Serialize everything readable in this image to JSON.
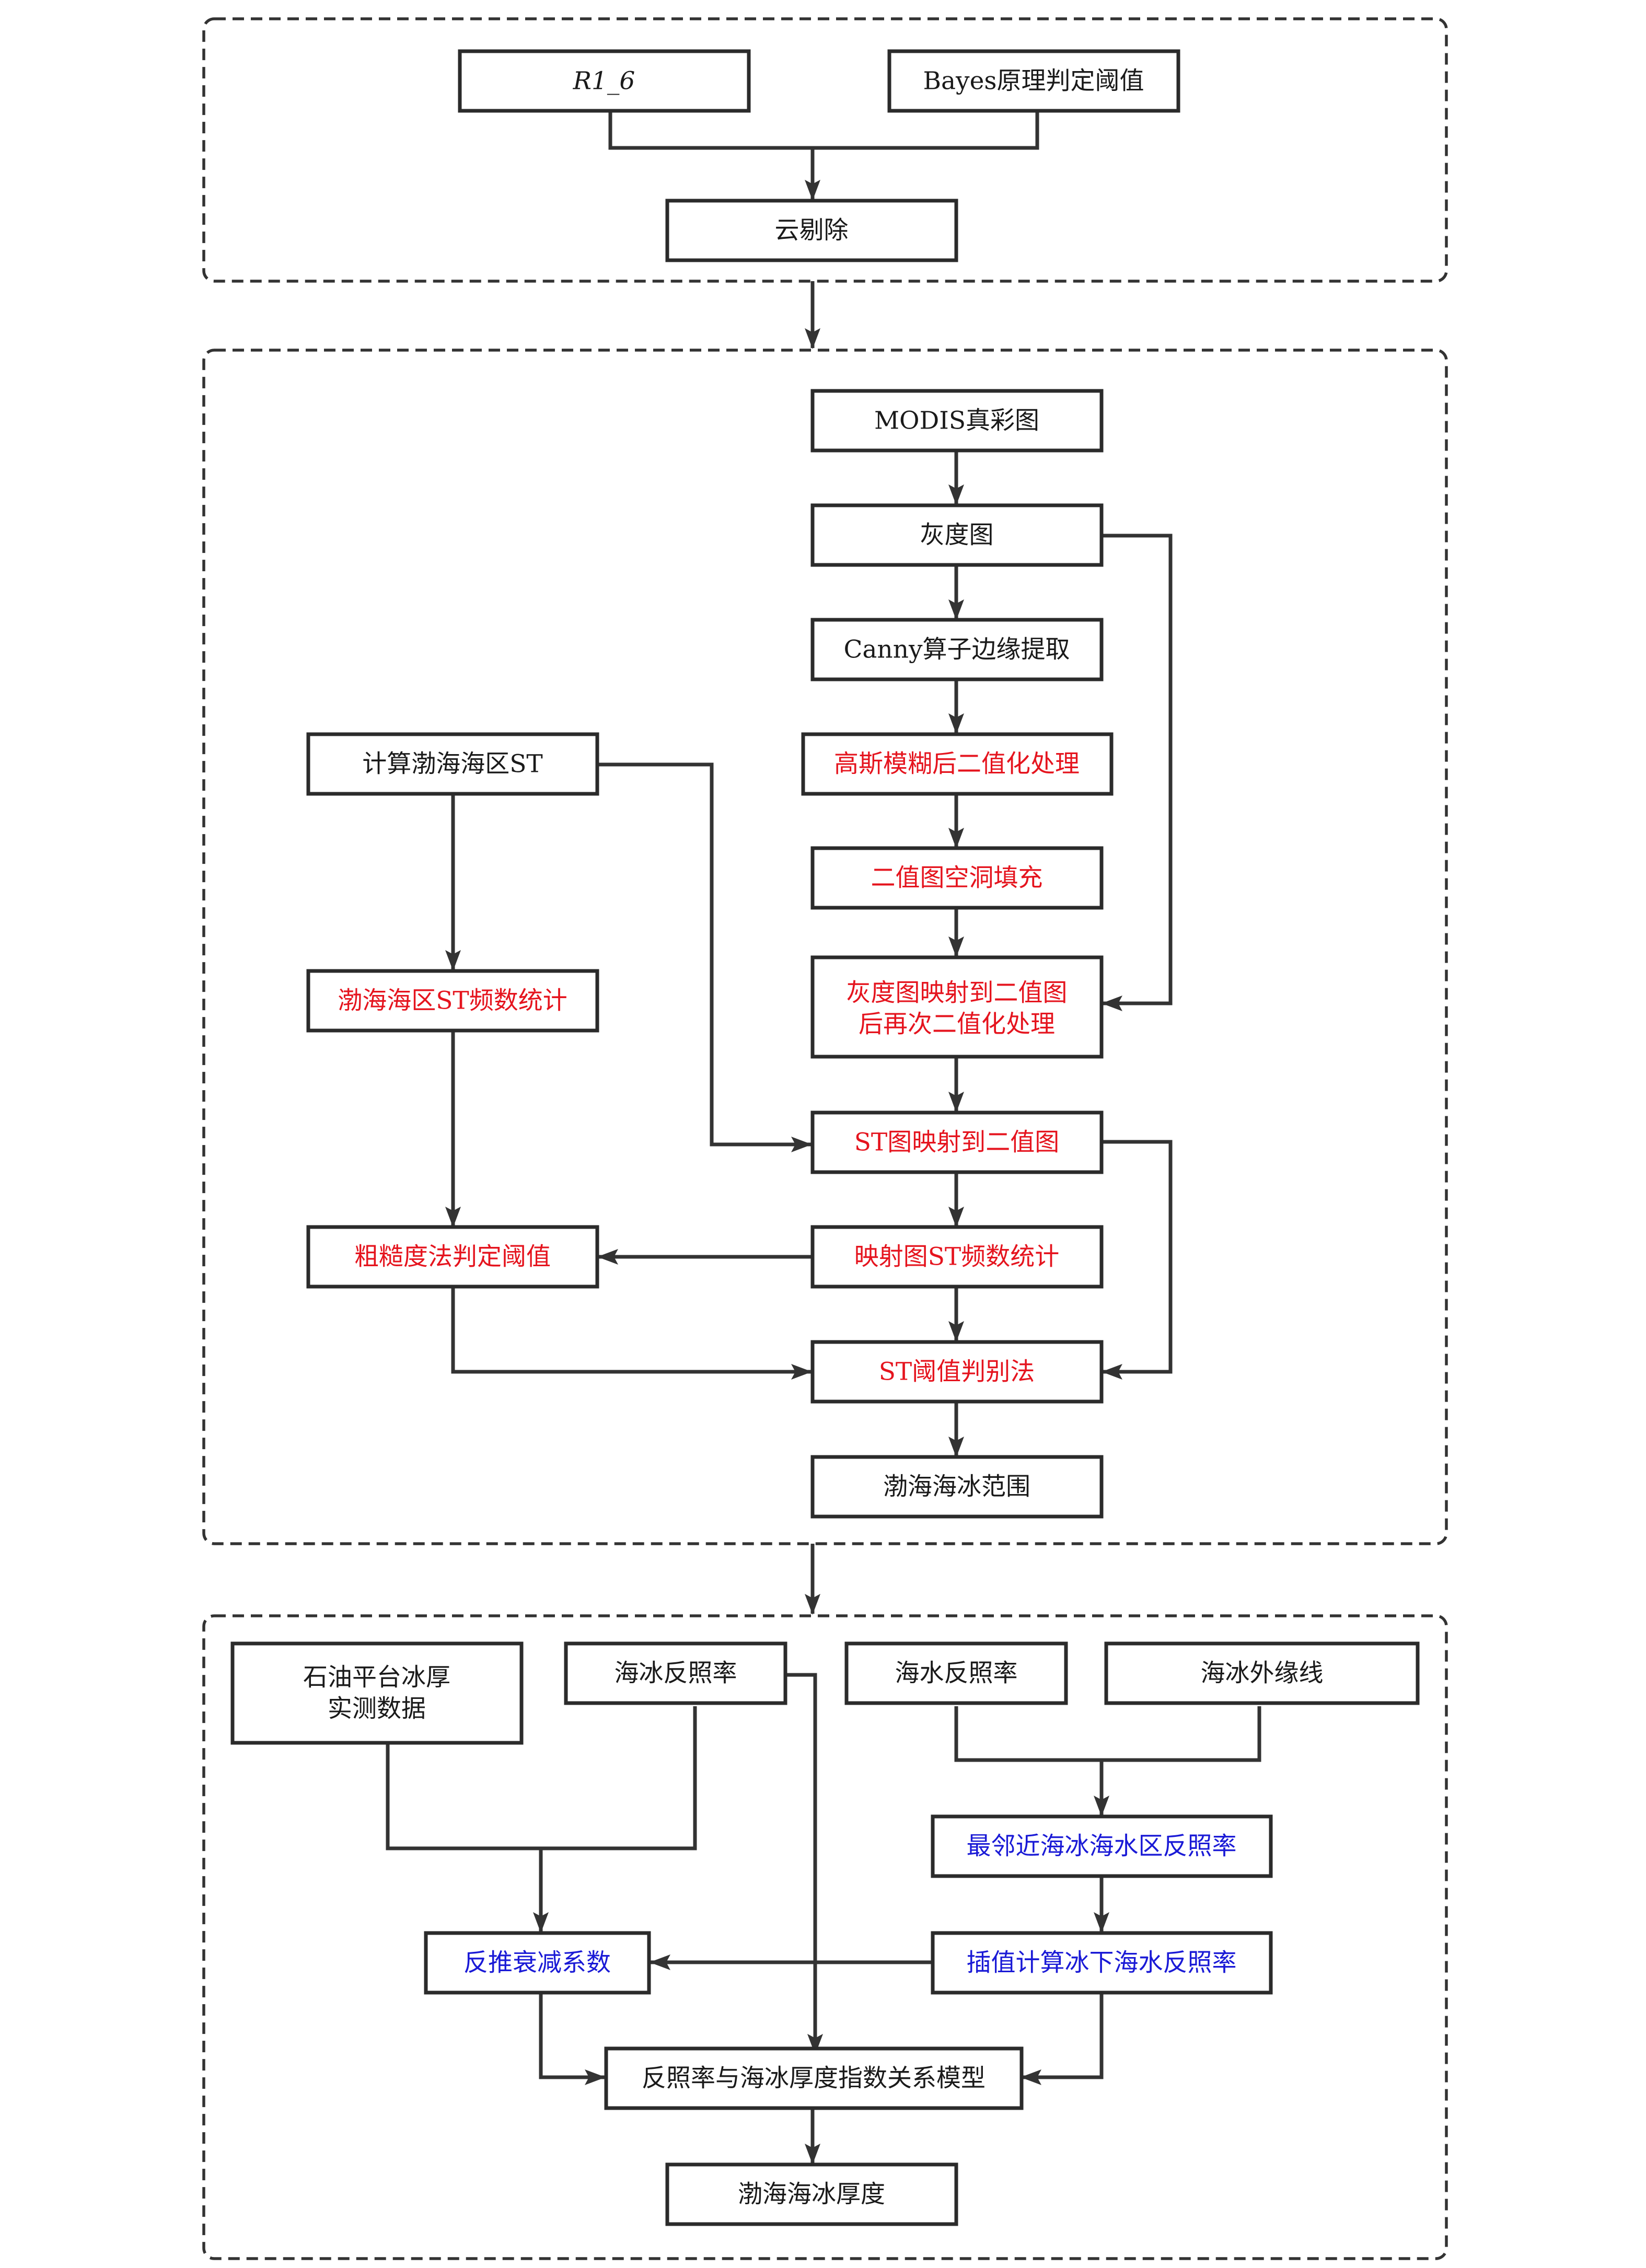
{
  "colors": {
    "black": "#1a1a1a",
    "red": "#e5141e",
    "blue": "#1a1ad6",
    "border": "#2b2b2b"
  },
  "nodes": {
    "r1_6": {
      "label": "R1_6"
    },
    "bayes": {
      "label": "Bayes原理判定阈值"
    },
    "cloud": {
      "label": "云剔除"
    },
    "modis": {
      "label": "MODIS真彩图"
    },
    "gray": {
      "label": "灰度图"
    },
    "canny": {
      "label": "Canny算子边缘提取"
    },
    "gauss": {
      "label": "高斯模糊后二值化处理"
    },
    "fill": {
      "label": "二值图空洞填充"
    },
    "remap_l1": {
      "label": "灰度图映射到二值图"
    },
    "remap_l2": {
      "label": "后再次二值化处理"
    },
    "calc_st": {
      "label": "计算渤海海区ST"
    },
    "st_freq": {
      "label": "渤海海区ST频数统计"
    },
    "st_map": {
      "label": "ST图映射到二值图"
    },
    "rough": {
      "label": "粗糙度法判定阈值"
    },
    "map_freq": {
      "label": "映射图ST频数统计"
    },
    "st_thresh": {
      "label": "ST阈值判别法"
    },
    "extent": {
      "label": "渤海海冰范围"
    },
    "oil_l1": {
      "label": "石油平台冰厚"
    },
    "oil_l2": {
      "label": "实测数据"
    },
    "ice_albedo": {
      "label": "海冰反照率"
    },
    "water_albedo": {
      "label": "海水反照率"
    },
    "edge_line": {
      "label": "海冰外缘线"
    },
    "nearest": {
      "label": "最邻近海冰海水区反照率"
    },
    "interp": {
      "label": "插值计算冰下海水反照率"
    },
    "inverse": {
      "label": "反推衰减系数"
    },
    "model": {
      "label": "反照率与海冰厚度指数关系模型"
    },
    "thickness": {
      "label": "渤海海冰厚度"
    }
  }
}
